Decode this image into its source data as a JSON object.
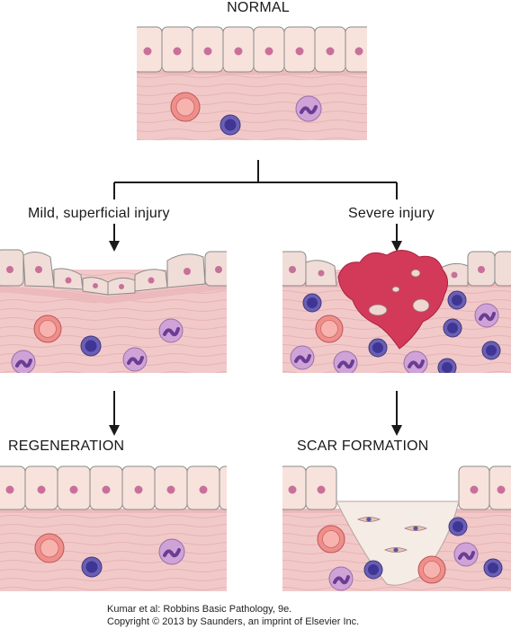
{
  "labels": {
    "normal": "NORMAL",
    "mild_injury": "Mild, superficial injury",
    "severe_injury": "Severe injury",
    "regeneration": "REGENERATION",
    "scar_formation": "SCAR FORMATION"
  },
  "credit": {
    "line1": "Kumar et al: Robbins Basic Pathology, 9e.",
    "line2": "Copyright © 2013  by Saunders, an imprint of Elsevier Inc."
  },
  "colors": {
    "stroma": "#f2c9c9",
    "stroma_fiber": "#e3a9ab",
    "epithelium": "#f7e3dc",
    "nucleus": "#c8709a",
    "rbc": "#ef8f8c",
    "lymphocyte": "#5b51a6",
    "neutrophil": "#cfa3d8",
    "clot": "#d33a5a",
    "scar": "#f5ece6"
  }
}
